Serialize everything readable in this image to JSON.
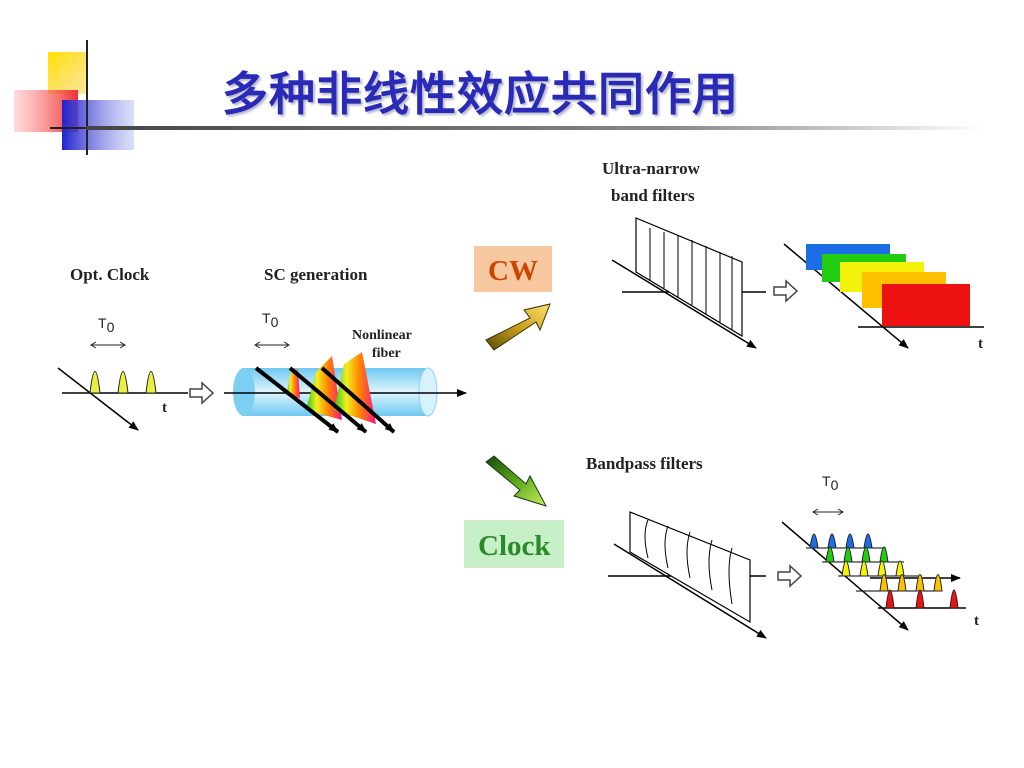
{
  "title": "多种非线性效应共同作用",
  "labels": {
    "opt_clock": "Opt. Clock",
    "sc_generation": "SC generation",
    "nonlinear_1": "Nonlinear",
    "nonlinear_2": "fiber",
    "ultra_1": "Ultra-narrow",
    "ultra_2": "band filters",
    "bandpass": "Bandpass filters",
    "cw": "CW",
    "clock": "Clock",
    "t": "t",
    "T": "T",
    "T_sub": "0"
  },
  "colors": {
    "title": "#2a2ab8",
    "cw_box": "#f7c8a0",
    "cw_text": "#cc4400",
    "clock_box": "#c8f0c8",
    "clock_text": "#2a8a2a",
    "filter_blue": "#1c6ee6",
    "filter_green": "#22cc11",
    "filter_yellow": "#f2f20a",
    "filter_orange": "#ffc000",
    "filter_red": "#ee1111"
  },
  "icons": [
    "corner-decoration",
    "arrow-right-hollow",
    "arrow-up-right-gold",
    "arrow-down-right-green"
  ]
}
